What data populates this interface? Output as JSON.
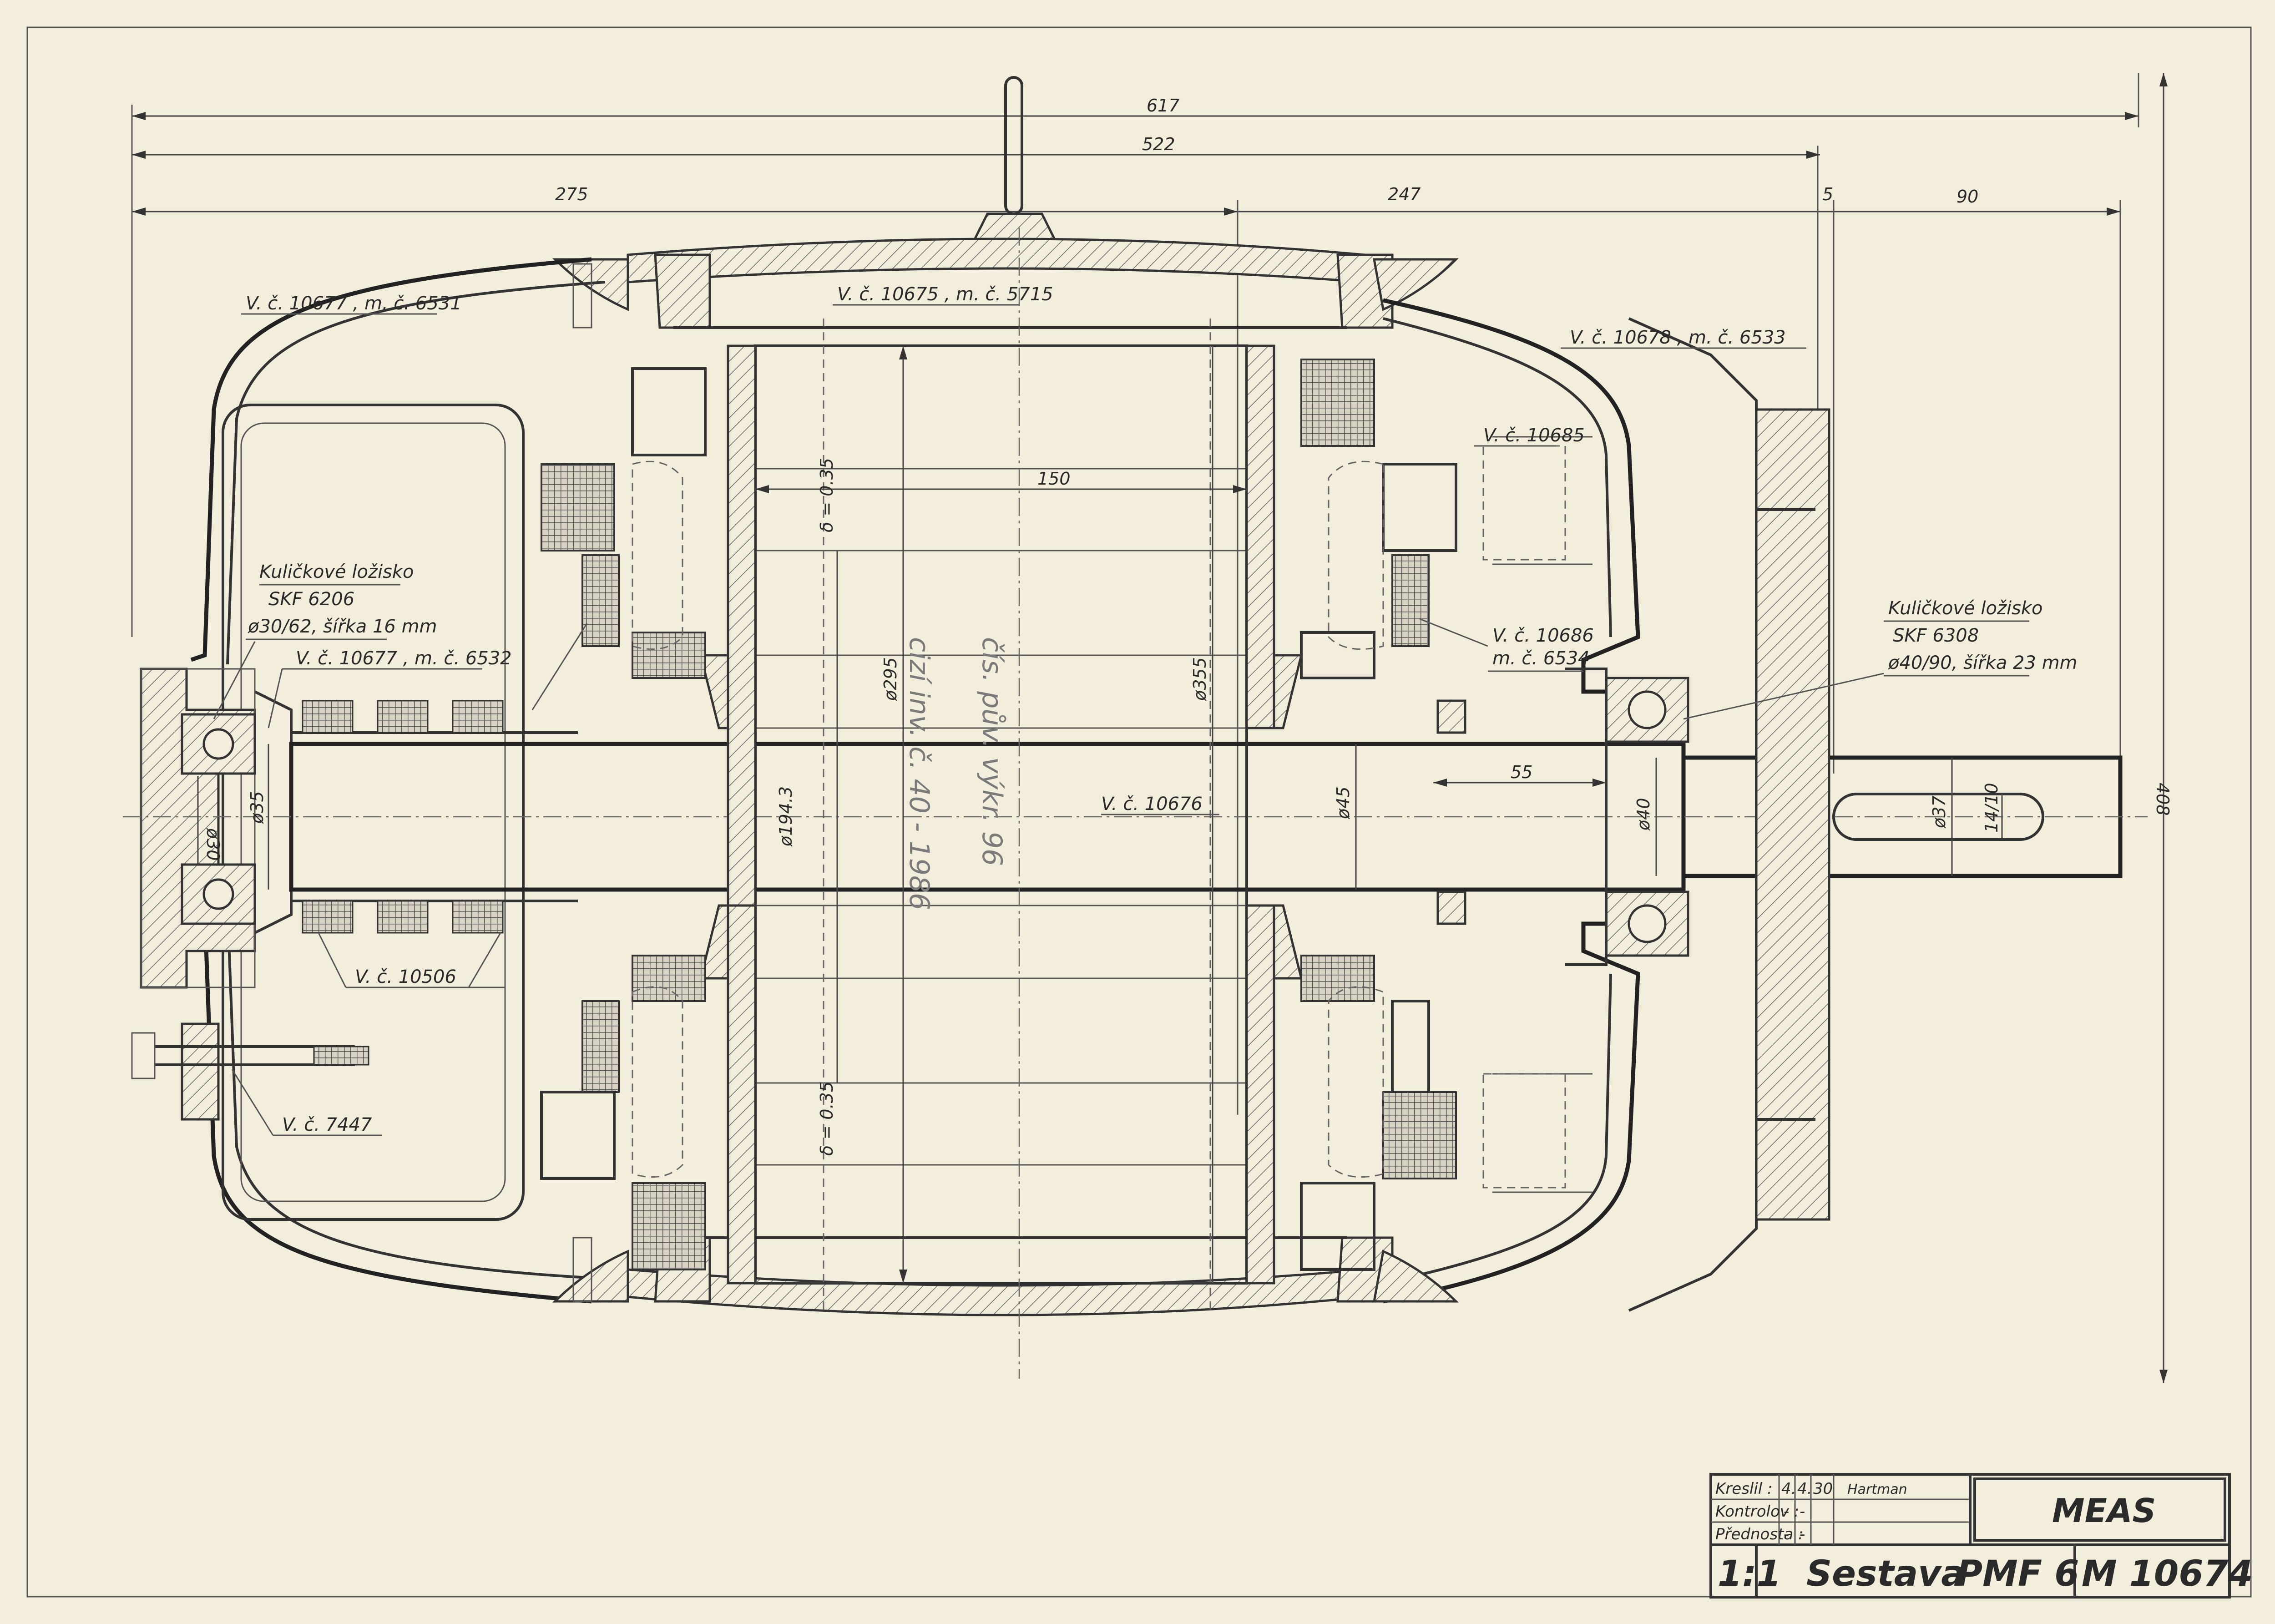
{
  "dimensions": {
    "overall_length": "617",
    "body_length": "522",
    "left_part": "275",
    "right_part": "247",
    "gap": "5",
    "shaft_end": "90",
    "height": "408",
    "stator_length": "150",
    "airgap_top": "δ = 0.35",
    "airgap_bottom": "δ = 0.35",
    "stator_bore": "ø295",
    "stator_outer": "ø355",
    "rotor_dia": "ø194.3",
    "shaft_dia_45": "ø45",
    "bearing_seat": "55",
    "shaft_dia_40": "ø40",
    "shaft_dia_30": "ø30",
    "shaft_dia_35": "ø35",
    "shaft_end_dia": "ø37",
    "key_width": "14/10"
  },
  "labels": {
    "end_shield_left": "V. č. 10677 , m. č. 6531",
    "frame": "V. č. 10675 , m. č. 5715",
    "end_shield_right": "V. č. 10678 , m. č. 6533",
    "part_10685": "V. č. 10685",
    "bearing_left_title": "Kuličkové ložisko",
    "bearing_left_type": "SKF 6206",
    "bearing_left_size": "ø30/62, šířka 16 mm",
    "bearing_cover_left": "V. č. 10677 , m. č. 6532",
    "part_10686_a": "V. č. 10686",
    "part_10686_b": "m. č. 6534",
    "bearing_right_title": "Kuličkové ložisko",
    "bearing_right_type": "SKF 6308",
    "bearing_right_size": "ø40/90, šířka 23 mm",
    "shaft": "V. č. 10676",
    "part_10506": "V. č. 10506",
    "part_7447": "V. č. 7447",
    "pencil_note_1": "čís. pův. výkr. 96",
    "pencil_note_2": "cizí inv. č. 40 - 1986"
  },
  "title_block": {
    "row1_label": "Kreslil :",
    "row1_values": [
      "4.",
      "4.",
      "30"
    ],
    "row1_signature": "Hartman",
    "row2_label": "Kontrolov :",
    "row2_values": [
      "-",
      "-"
    ],
    "row3_label": "Přednosta :",
    "row3_values": [
      "-",
      "-"
    ],
    "company": "MEAS",
    "scale": "1:1",
    "title_word": "Sestava",
    "product": "PMF 6",
    "drawing_no": "M 10674"
  },
  "colors": {
    "paper": "#f3eedc",
    "ink": "#2a2a2a"
  }
}
